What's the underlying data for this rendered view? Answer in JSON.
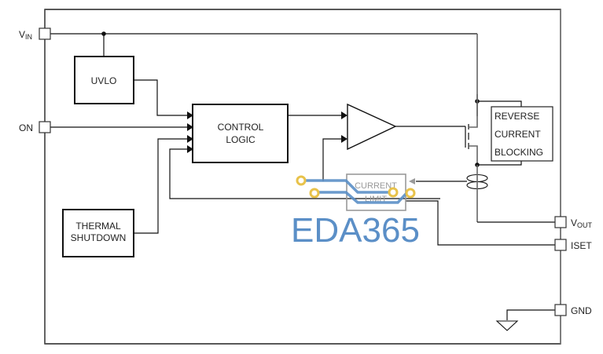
{
  "diagram": {
    "title": "Load switch functional block diagram",
    "pins": {
      "vin": {
        "main": "V",
        "sub": "IN"
      },
      "on": "ON",
      "vout": {
        "main": "V",
        "sub": "OUT"
      },
      "iset": "ISET",
      "gnd": "GND"
    },
    "blocks": {
      "uvlo": "UVLO",
      "control_logic": [
        "CONTROL",
        "LOGIC"
      ],
      "thermal_shutdown": [
        "THERMAL",
        "SHUTDOWN"
      ],
      "reverse_current_blocking": [
        "REVERSE",
        "CURRENT",
        "BLOCKING"
      ],
      "current_limit": [
        "CURRENT",
        "LIMIT"
      ]
    },
    "watermark": {
      "text": "EDA365",
      "color": "#5b8fc7",
      "trace_color": "#5b8fc7",
      "pad_color": "#e8c24a"
    }
  }
}
